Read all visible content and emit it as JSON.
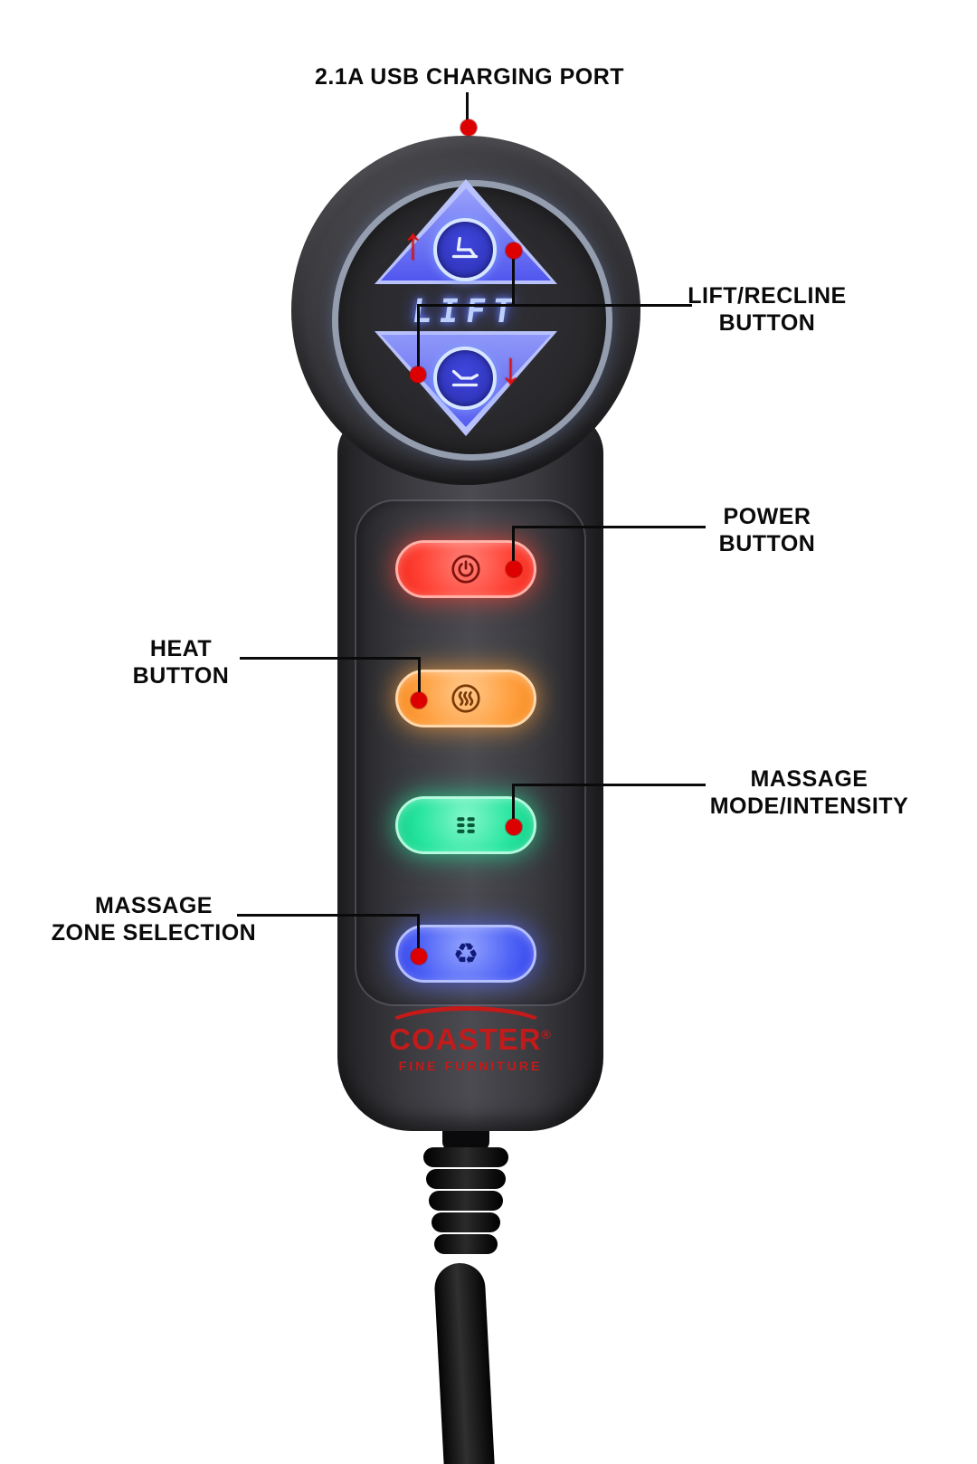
{
  "diagram": {
    "background": "#ffffff",
    "annotation_text_color": "#0a0a0a",
    "leader_dot_color": "#dd0000"
  },
  "annotations": {
    "usb_port": {
      "label": "2.1A USB CHARGING PORT"
    },
    "lift_recline": {
      "line1": "LIFT/RECLINE",
      "line2": "BUTTON"
    },
    "power": {
      "line1": "POWER",
      "line2": "BUTTON"
    },
    "heat": {
      "line1": "HEAT",
      "line2": "BUTTON"
    },
    "massage_mode": {
      "line1": "MASSAGE",
      "line2": "MODE/INTENSITY"
    },
    "massage_zone": {
      "line1": "MASSAGE",
      "line2": "ZONE SELECTION"
    }
  },
  "remote": {
    "lift_label": "LIFT",
    "up_arrow": "↑",
    "down_arrow": "↓",
    "buttons": {
      "lift_up": {
        "name": "lift up",
        "color": "#5157ee"
      },
      "lift_down": {
        "name": "lift down",
        "color": "#5157ee"
      },
      "power": {
        "name": "power",
        "color": "#ff3b30"
      },
      "heat": {
        "name": "heat",
        "color": "#ff9d3c"
      },
      "massage_mode": {
        "name": "massage mode/intensity",
        "color": "#2be3a0"
      },
      "massage_zone": {
        "name": "massage zone selection",
        "color": "#4a5ef2",
        "icon": "♻"
      }
    },
    "icons": {
      "lift_up_chair": "recliner-upright",
      "lift_down_chair": "recliner-reclined",
      "power": "power-symbol",
      "heat": "heat-waves",
      "massage_mode": "roller-grid",
      "massage_zone": "recycle-arrows"
    },
    "brand": {
      "name": "COASTER",
      "reg": "®",
      "tagline": "FINE FURNITURE"
    }
  }
}
